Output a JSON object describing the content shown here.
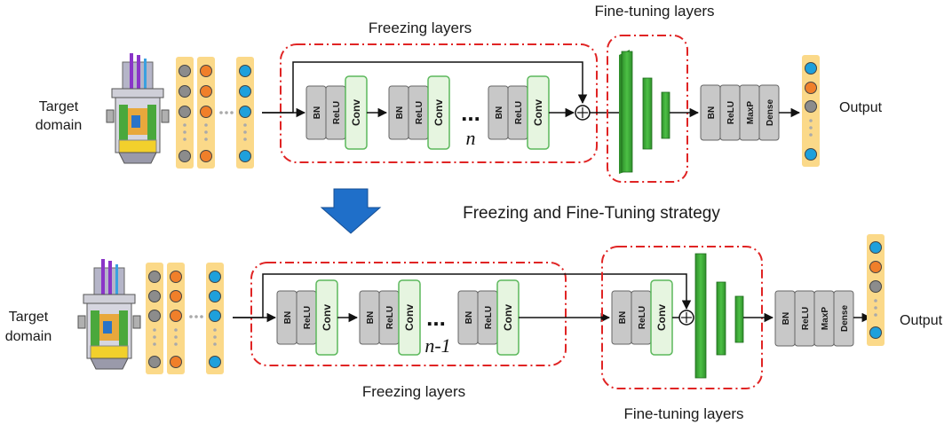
{
  "strategy_title": "Freezing and Fine-Tuning strategy",
  "top": {
    "input_label_line1": "Target",
    "input_label_line2": "domain",
    "freeze_label": "Freezing layers",
    "finetune_label": "Fine-tuning layers",
    "repeat_label": "n",
    "output_label": "Output"
  },
  "bottom": {
    "input_label_line1": "Target",
    "input_label_line2": "domain",
    "freeze_label": "Freezing layers",
    "finetune_label": "Fine-tuning layers",
    "repeat_label": "n-1",
    "output_label": "Output"
  },
  "block": {
    "bn": "BN",
    "relu": "ReLU",
    "conv": "Conv",
    "maxp": "MaxP",
    "dense": "Dense",
    "dots": "..."
  },
  "colors": {
    "node_gray": "#8c8c8c",
    "node_orange": "#f07f2a",
    "node_blue": "#1ea0dc",
    "column_fill": "#fbd989",
    "block_gray": "#c8c8c8",
    "conv_green_fill": "#e6f5e0",
    "conv_green_stroke": "#5cb85c",
    "dense_green": "#3ea63a",
    "dashed_red": "#e02424",
    "arrow_blue": "#1f6fc9"
  }
}
